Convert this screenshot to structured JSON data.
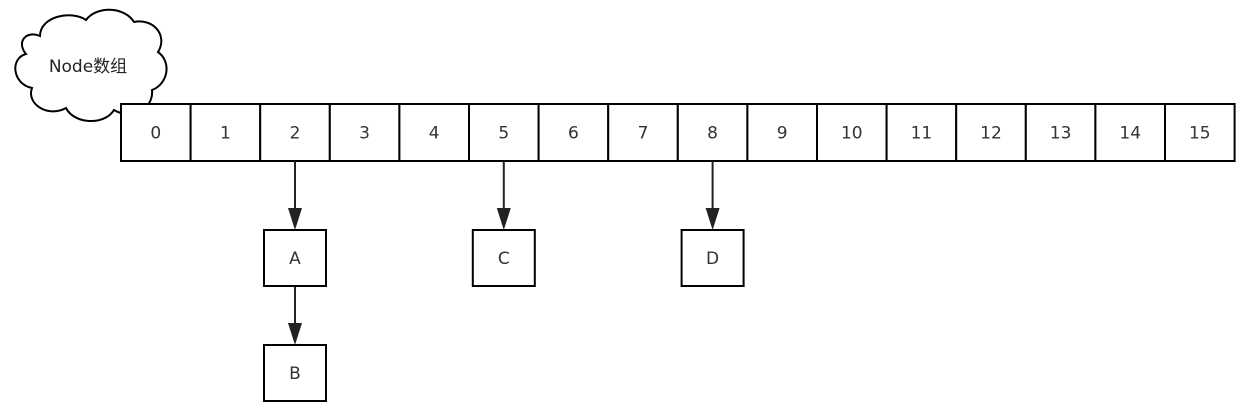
{
  "title_cloud": {
    "label": "Node数组"
  },
  "array": {
    "indices": [
      "0",
      "1",
      "2",
      "3",
      "4",
      "5",
      "6",
      "7",
      "8",
      "9",
      "10",
      "11",
      "12",
      "13",
      "14",
      "15"
    ]
  },
  "nodes": [
    {
      "id": "A",
      "label": "A",
      "bucket": 2,
      "level": 1
    },
    {
      "id": "B",
      "label": "B",
      "bucket": 2,
      "level": 2
    },
    {
      "id": "C",
      "label": "C",
      "bucket": 5,
      "level": 1
    },
    {
      "id": "D",
      "label": "D",
      "bucket": 8,
      "level": 1
    }
  ],
  "links": [
    {
      "from": "cell-2",
      "to": "A"
    },
    {
      "from": "A",
      "to": "B"
    },
    {
      "from": "cell-5",
      "to": "C"
    },
    {
      "from": "cell-8",
      "to": "D"
    }
  ],
  "colors": {
    "stroke": "#000000",
    "text": "#333333",
    "background": "#ffffff"
  }
}
